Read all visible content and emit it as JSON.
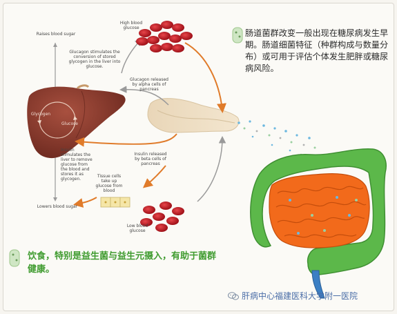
{
  "labels": {
    "high_blood_glucose": "High blood glucose",
    "raises_blood_sugar": "Raises blood sugar",
    "glucagon_stimulates": "Glucagon stimulates the conversion of stored glycogen in the liver into glucose.",
    "glucagon_released": "Glucagon released by alpha cells of pancreas",
    "glycogen": "Glycogen",
    "glucose": "Glucose",
    "insulin_stimulates": "Insulin stimulates the liver to remove glucose from the blood and stores it as glycogen.",
    "insulin_released": "Insulin released by beta cells of pancreas",
    "tissue_cells": "Tissue cells take up glucose from blood",
    "lowers_blood_sugar": "Lowers blood sugar",
    "low_blood_glucose": "Low blood glucose"
  },
  "text": {
    "top_cn": "肠道菌群改变一般出现在糖尿病发生早期。肠道细菌特征（种群构成与数量分布）或可用于评估个体发生肥胖或糖尿病风险。",
    "bottom_cn": "饮食，特别是益生菌与益生元摄入，有助于菌群健康。",
    "watermark": "肝病中心福建医科大学附一医院"
  },
  "icons": {
    "watermark_icon": "wechat-icon"
  },
  "colors": {
    "liver": "#8e3a2e",
    "blood_cell": "#c8202a",
    "intestine_small": "#f26a1b",
    "intestine_large": "#5cb84a",
    "accent_green": "#3f9b2f",
    "arrow_orange": "#e07b2a",
    "arrow_gray": "#9a9a9a"
  }
}
